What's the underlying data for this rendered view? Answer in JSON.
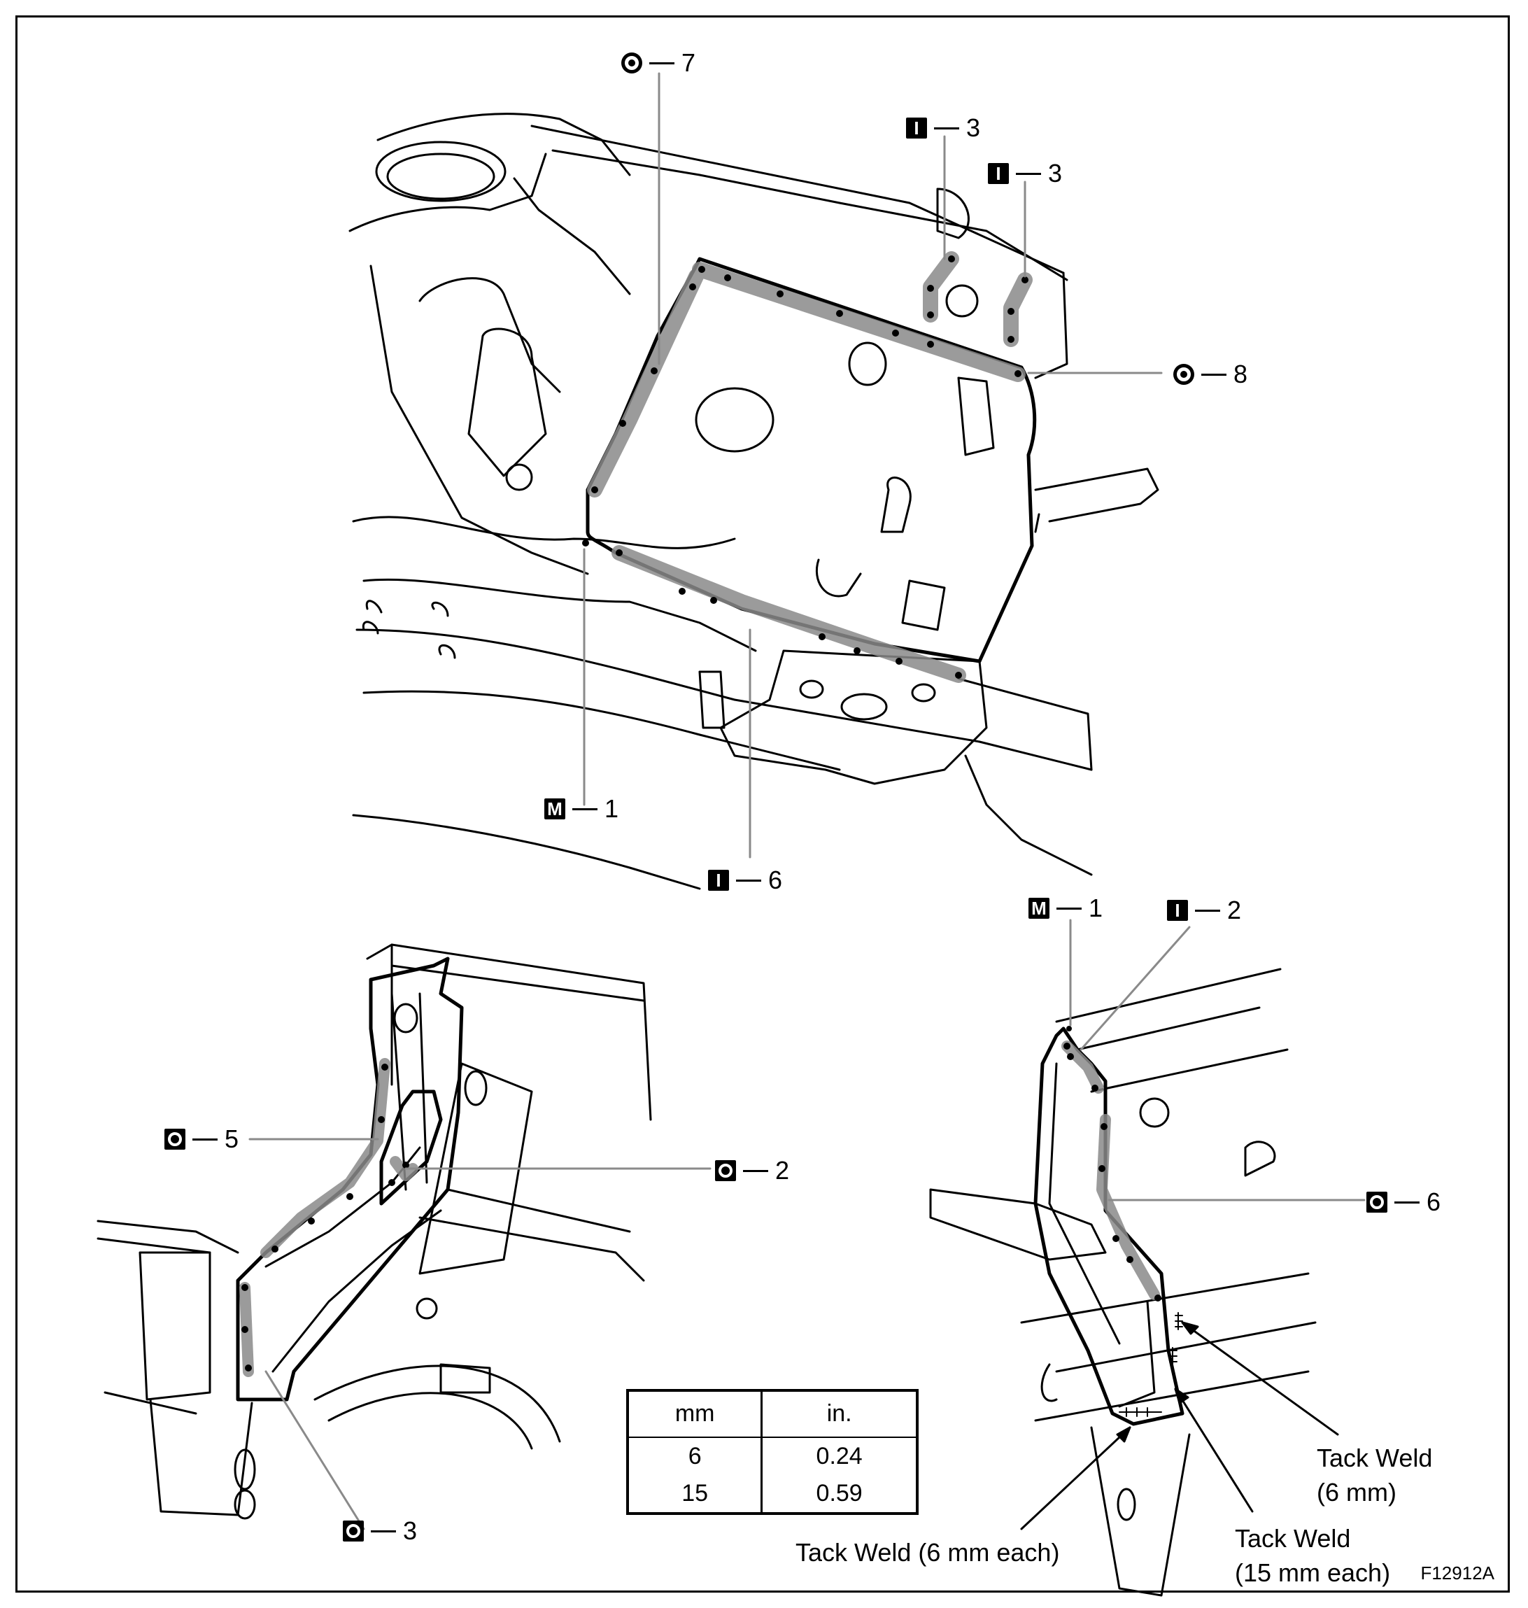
{
  "callouts": {
    "top": [
      {
        "symbol": "circ",
        "glyph": "",
        "num": "7"
      },
      {
        "symbol": "i",
        "glyph": "I",
        "num": "3"
      },
      {
        "symbol": "i",
        "glyph": "I",
        "num": "3"
      },
      {
        "symbol": "circ",
        "glyph": "",
        "num": "8"
      },
      {
        "symbol": "m",
        "glyph": "M",
        "num": "1"
      },
      {
        "symbol": "i",
        "glyph": "I",
        "num": "6"
      }
    ],
    "left": [
      {
        "symbol": "o",
        "glyph": "",
        "num": "5"
      },
      {
        "symbol": "o",
        "glyph": "",
        "num": "2"
      },
      {
        "symbol": "o",
        "glyph": "",
        "num": "3"
      }
    ],
    "right": [
      {
        "symbol": "m",
        "glyph": "M",
        "num": "1"
      },
      {
        "symbol": "i",
        "glyph": "I",
        "num": "2"
      },
      {
        "symbol": "o",
        "glyph": "",
        "num": "6"
      }
    ]
  },
  "notes": {
    "tack_weld_6mm_a": "Tack Weld",
    "tack_weld_6mm_b": "(6 mm)",
    "tack_weld_each": "Tack Weld (6 mm each)",
    "tack_weld_15_a": "Tack Weld",
    "tack_weld_15_b": "(15 mm each)"
  },
  "conversion_table": {
    "headers": [
      "mm",
      "in."
    ],
    "rows": [
      [
        "6",
        "0.24"
      ],
      [
        "15",
        "0.59"
      ]
    ]
  },
  "figure_code": "F12912A",
  "colors": {
    "weld_band": "#8a8a8a",
    "line": "#000000"
  }
}
